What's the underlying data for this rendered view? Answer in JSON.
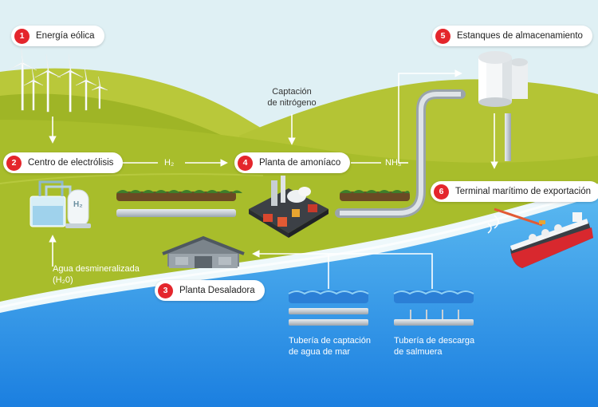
{
  "colors": {
    "accent_red": "#e4262c",
    "sky": "#dff0f4",
    "hill_green": "#a9bb2d",
    "dark_green": "#8da21e",
    "sea_blue": "#1e8fe6",
    "flow_white": "#ffffff"
  },
  "steps": [
    {
      "number": "1",
      "label": "Energía eólica"
    },
    {
      "number": "2",
      "label": "Centro de electrólisis"
    },
    {
      "number": "3",
      "label": "Planta Desaladora"
    },
    {
      "number": "4",
      "label": "Planta de amoníaco"
    },
    {
      "number": "5",
      "label": "Estanques de almacenamiento"
    },
    {
      "number": "6",
      "label": "Terminal marítimo de exportación"
    }
  ],
  "labels": {
    "h2": "H₂",
    "nh3": "NH₃",
    "nitrogen_line1": "Captación",
    "nitrogen_line2": "de nitrógeno",
    "water_line1": "Agua desmineralizada",
    "water_line2": "(H₂0)",
    "intake_line1": "Tubería de captación",
    "intake_line2": "de agua de mar",
    "brine_line1": "Tubería de descarga",
    "brine_line2": "de salmuera",
    "tank_mark": "H₂"
  },
  "icons": [
    "wind-turbine-icon",
    "electrolyzer-icon",
    "ammonia-plant-icon",
    "desalination-plant-icon",
    "storage-tanks-icon",
    "tanker-ship-icon"
  ]
}
